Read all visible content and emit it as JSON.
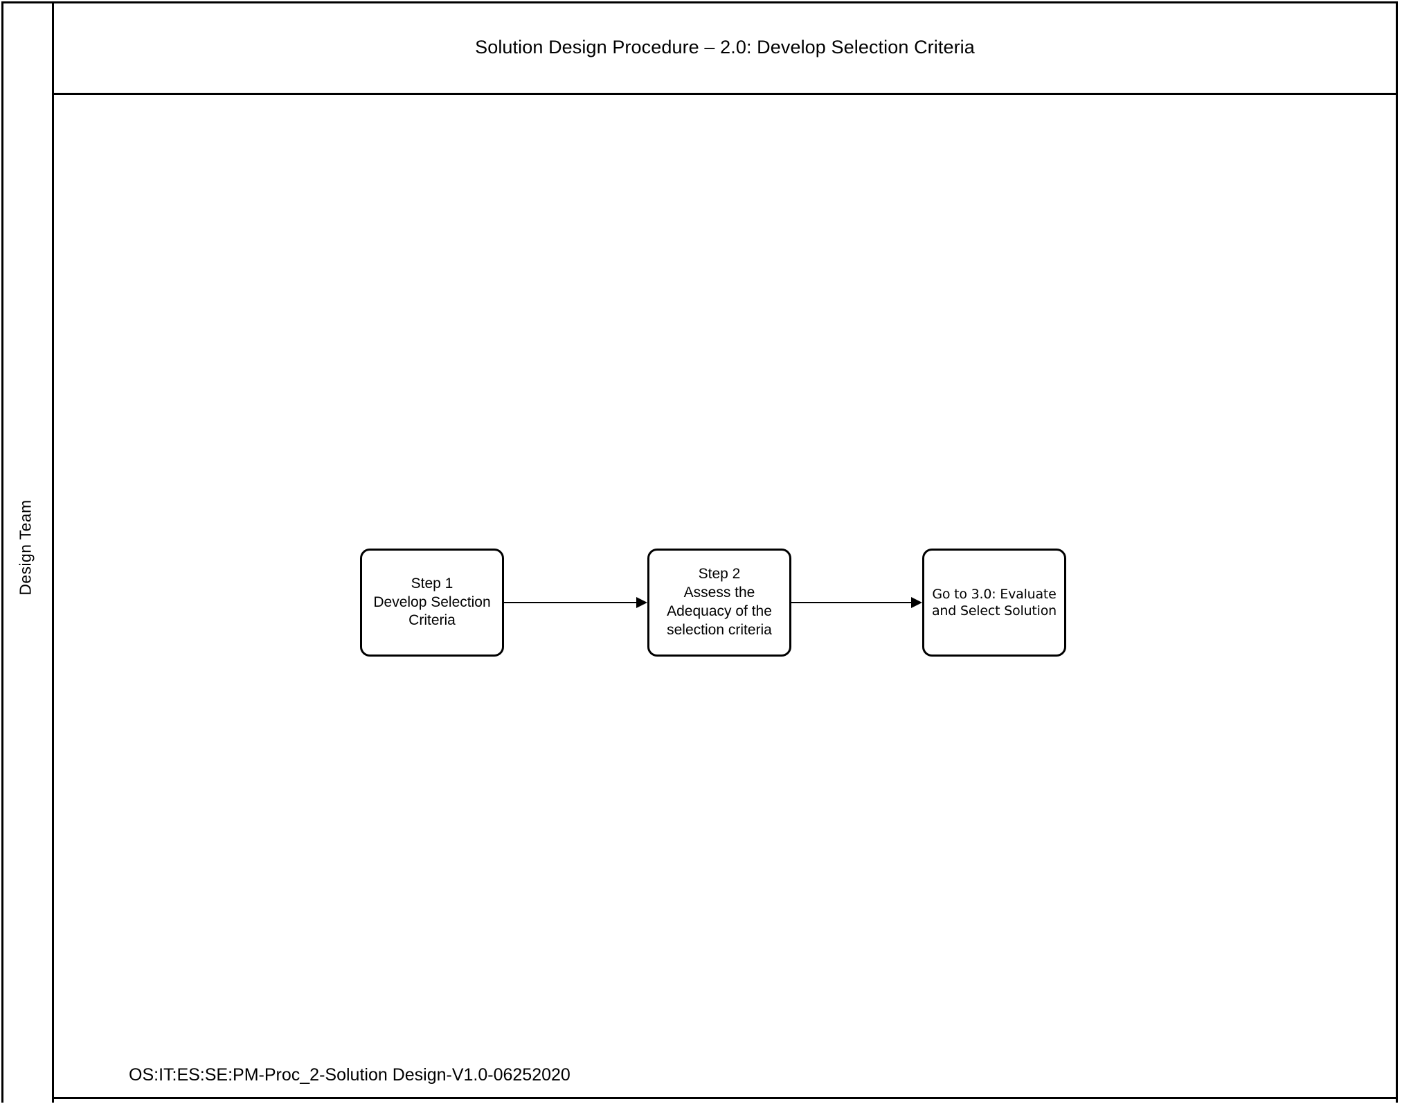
{
  "document": {
    "title": "Solution Design Procedure – 2.0: Develop Selection Criteria",
    "footer_reference": "OS:IT:ES:SE:PM-Proc_2-Solution Design-V1.0-06252020"
  },
  "swimlane": {
    "label": "Design Team"
  },
  "flow": {
    "nodes": [
      {
        "id": "step-1",
        "text": "Step 1\nDevelop Selection\nCriteria",
        "shape": "rounded-rectangle"
      },
      {
        "id": "step-2",
        "text": "Step 2\nAssess the\nAdequacy of the\nselection criteria",
        "shape": "rounded-rectangle"
      },
      {
        "id": "goto-3",
        "text": "Go to 3.0: Evaluate\nand Select Solution",
        "shape": "rounded-rectangle"
      }
    ],
    "connectors": [
      {
        "id": "step-1-to-step-2",
        "from": "step-1",
        "to": "step-2",
        "style": "arrow-right"
      },
      {
        "id": "step-2-to-goto-3",
        "from": "step-2",
        "to": "goto-3",
        "style": "arrow-right"
      }
    ]
  },
  "colors": {
    "stroke": "#000000",
    "fill": "#ffffff",
    "text": "#000000"
  }
}
